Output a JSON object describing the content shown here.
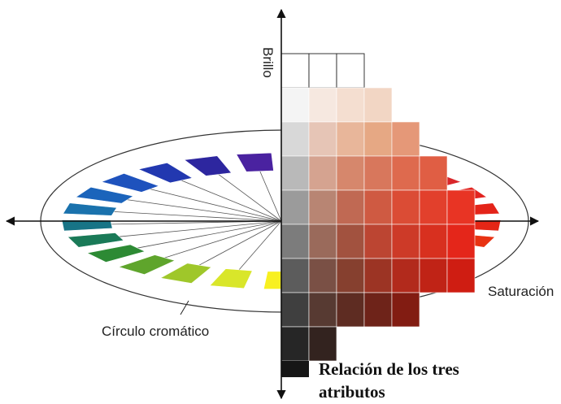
{
  "labels": {
    "brillo": "Brillo",
    "saturacion": "Saturación",
    "circulo": "Círculo cromático",
    "caption_line1": "Relación de los tres",
    "caption_line2": "atributos"
  },
  "wheel_colors": [
    "#f8f020",
    "#f7b91d",
    "#f59013",
    "#f06a10",
    "#ec4a10",
    "#e83212",
    "#e52616",
    "#e42419",
    "#e22420",
    "#d9262a",
    "#c62a38",
    "#a82d63",
    "#7c2c8a",
    "#4a22a0",
    "#2d269f",
    "#2238b0",
    "#1e52bd",
    "#1b64bb",
    "#1a72ad",
    "#177486",
    "#1a7a58",
    "#2d8a34",
    "#5fa52c",
    "#9fc72a",
    "#d9e62a"
  ],
  "grid": {
    "rows": 9,
    "cols": 7,
    "cells": [
      [
        "#ffffff",
        "#ffffff",
        "#ffffff",
        null,
        null,
        null,
        null
      ],
      [
        "#f4f4f4",
        "#f6e8e0",
        "#f4ded0",
        "#f2d6c4",
        null,
        null,
        null
      ],
      [
        "#d8d8d8",
        "#e6c5b6",
        "#e8b69a",
        "#e6a884",
        "#e59878",
        null,
        null
      ],
      [
        "#b9b9b9",
        "#d5a390",
        "#d6876c",
        "#d8775c",
        "#de6a4e",
        "#e05e44",
        null
      ],
      [
        "#9b9b9b",
        "#b88573",
        "#c06953",
        "#cf5a42",
        "#db4c35",
        "#e2402c",
        "#e83424"
      ],
      [
        "#7c7c7c",
        "#9a6a5b",
        "#a2523f",
        "#bc4532",
        "#cd3a28",
        "#d8301f",
        "#e4261a"
      ],
      [
        "#5c5c5c",
        "#7a5045",
        "#86402f",
        "#9c3424",
        "#b22a1c",
        "#c02316",
        "#cf1d12"
      ],
      [
        "#3f3f3f",
        "#573a32",
        "#5e2c22",
        "#6e2319",
        "#821c12",
        null,
        null
      ],
      [
        "#262626",
        "#33231f",
        null,
        null,
        null,
        null,
        null
      ]
    ],
    "extra_cell": "#161616"
  }
}
